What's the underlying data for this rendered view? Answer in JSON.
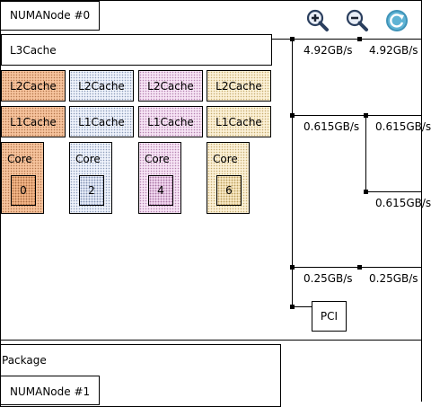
{
  "toolbar": {
    "zoom_in_icon": "zoom-in-icon",
    "zoom_out_icon": "zoom-out-icon",
    "refresh_icon": "refresh-icon"
  },
  "topology": {
    "numa0_label": "NUMANode #0",
    "l3_label": "L3Cache",
    "l2": [
      "L2Cache",
      "L2Cache",
      "L2Cache",
      "L2Cache"
    ],
    "l1": [
      "L1Cache",
      "L1Cache",
      "L1Cache",
      "L1Cache"
    ],
    "cores": [
      {
        "title": "Core",
        "pu": "0"
      },
      {
        "title": "Core",
        "pu": "2"
      },
      {
        "title": "Core",
        "pu": "4"
      },
      {
        "title": "Core",
        "pu": "6"
      }
    ],
    "package_label": "Package",
    "numa1_label": "NUMANode #1",
    "pci_label": "PCI"
  },
  "bandwidth": {
    "row1_a": "4.92GB/s",
    "row1_b": "4.92GB/s",
    "row2_a": "0.615GB/s",
    "row2_b": "0.615GB/s",
    "row3": "0.615GB/s",
    "row4_a": "0.25GB/s",
    "row4_b": "0.25GB/s"
  },
  "colors": {
    "core0": "#f6c39d",
    "core2": "#eef2fb",
    "core4": "#f6e3f4",
    "core6": "#fbf0d6"
  }
}
